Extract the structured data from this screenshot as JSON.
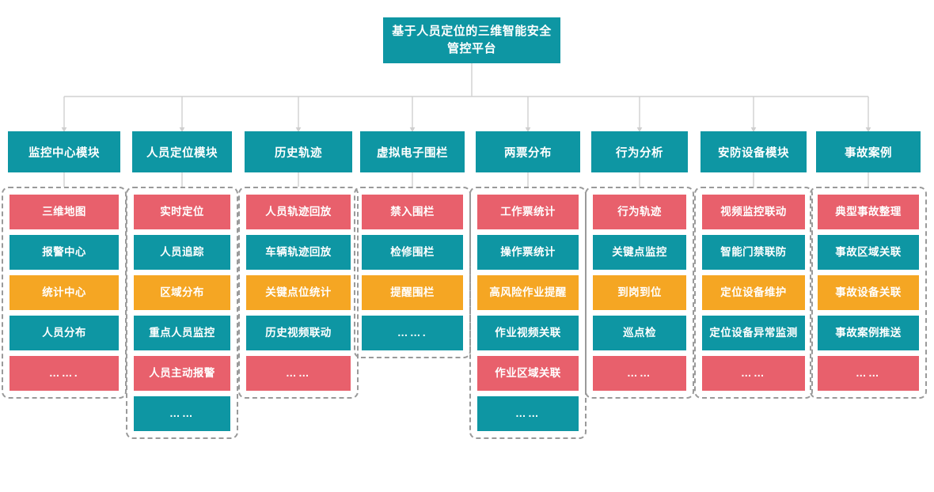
{
  "diagram": {
    "title": "基于人员定位的三维智能安全管控平台",
    "colors": {
      "teal": "#0e96a3",
      "red": "#e8606c",
      "orange": "#f5a623",
      "connector": "#d0d0d0",
      "group_border": "#9a9a9a",
      "background": "#ffffff"
    },
    "type": "tree-hierarchy",
    "columns": [
      {
        "header": "监控中心模块",
        "items": [
          {
            "label": "三维地图",
            "color": "red"
          },
          {
            "label": "报警中心",
            "color": "teal"
          },
          {
            "label": "统计中心",
            "color": "orange"
          },
          {
            "label": "人员分布",
            "color": "teal"
          },
          {
            "label": "…….",
            "color": "red"
          }
        ]
      },
      {
        "header": "人员定位模块",
        "items": [
          {
            "label": "实时定位",
            "color": "red"
          },
          {
            "label": "人员追踪",
            "color": "teal"
          },
          {
            "label": "区域分布",
            "color": "orange"
          },
          {
            "label": "重点人员监控",
            "color": "teal"
          },
          {
            "label": "人员主动报警",
            "color": "red"
          },
          {
            "label": "……",
            "color": "teal"
          }
        ]
      },
      {
        "header": "历史轨迹",
        "items": [
          {
            "label": "人员轨迹回放",
            "color": "red"
          },
          {
            "label": "车辆轨迹回放",
            "color": "teal"
          },
          {
            "label": "关键点位统计",
            "color": "orange"
          },
          {
            "label": "历史视频联动",
            "color": "teal"
          },
          {
            "label": "……",
            "color": "red"
          }
        ]
      },
      {
        "header": "虚拟电子围栏",
        "items": [
          {
            "label": "禁入围栏",
            "color": "red"
          },
          {
            "label": "检修围栏",
            "color": "teal"
          },
          {
            "label": "提醒围栏",
            "color": "orange"
          },
          {
            "label": "…….",
            "color": "teal"
          }
        ]
      },
      {
        "header": "两票分布",
        "items": [
          {
            "label": "工作票统计",
            "color": "red"
          },
          {
            "label": "操作票统计",
            "color": "teal"
          },
          {
            "label": "高风险作业提醒",
            "color": "orange"
          },
          {
            "label": "作业视频关联",
            "color": "teal"
          },
          {
            "label": "作业区域关联",
            "color": "red"
          },
          {
            "label": "……",
            "color": "teal"
          }
        ]
      },
      {
        "header": "行为分析",
        "items": [
          {
            "label": "行为轨迹",
            "color": "red"
          },
          {
            "label": "关键点监控",
            "color": "teal"
          },
          {
            "label": "到岗到位",
            "color": "orange"
          },
          {
            "label": "巡点检",
            "color": "teal"
          },
          {
            "label": "……",
            "color": "red"
          }
        ]
      },
      {
        "header": "安防设备模块",
        "items": [
          {
            "label": "视频监控联动",
            "color": "red"
          },
          {
            "label": "智能门禁联防",
            "color": "teal"
          },
          {
            "label": "定位设备维护",
            "color": "orange"
          },
          {
            "label": "定位设备异常监测",
            "color": "teal"
          },
          {
            "label": "……",
            "color": "red"
          }
        ]
      },
      {
        "header": "事故案例",
        "items": [
          {
            "label": "典型事故整理",
            "color": "red"
          },
          {
            "label": "事故区域关联",
            "color": "teal"
          },
          {
            "label": "事故设备关联",
            "color": "orange"
          },
          {
            "label": "事故案例推送",
            "color": "teal"
          },
          {
            "label": "……",
            "color": "red"
          }
        ]
      }
    ]
  }
}
